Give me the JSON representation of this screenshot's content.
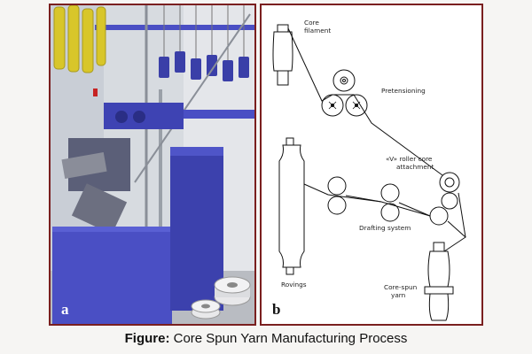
{
  "panel_a": {
    "letter": "a"
  },
  "panel_b": {
    "letter": "b",
    "labels": {
      "core_filament_1": "Core",
      "core_filament_2": "filament",
      "pretensioning": "Pretensioning",
      "v_roller_1": "«V» roller core",
      "v_roller_2": "attachment",
      "drafting": "Drafting system",
      "rovings": "Rovings",
      "core_spun_1": "Core-spun",
      "core_spun_2": "yarn"
    }
  },
  "caption": {
    "prefix": "Figure:",
    "text": " Core Spun Yarn Manufacturing Process"
  },
  "colors": {
    "border": "#7a1f1f",
    "machine_blue": "#4a4fc4",
    "photo_bg": "#d9dde2",
    "bobbin_yellow": "#d8c62a"
  }
}
